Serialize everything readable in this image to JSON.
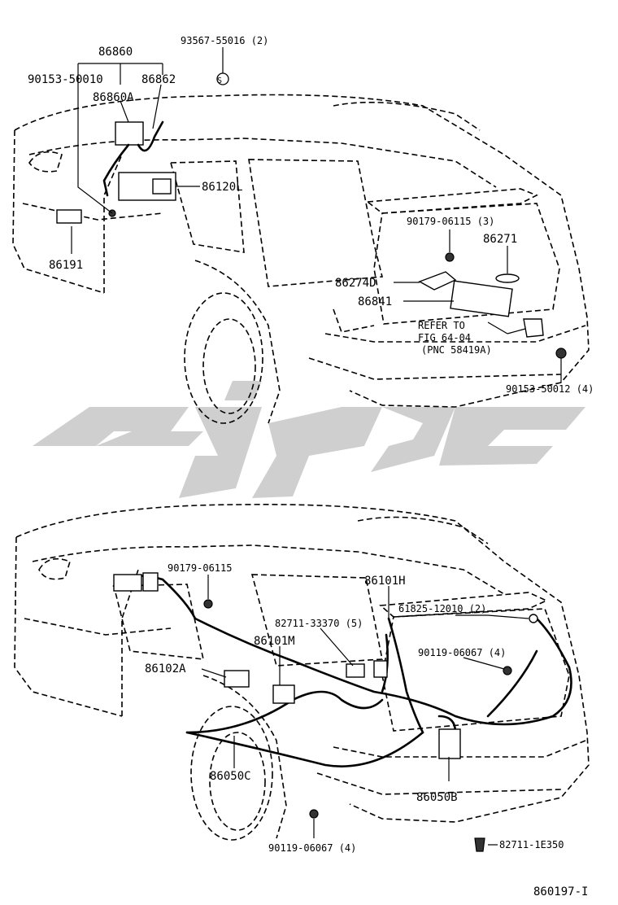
{
  "diagram_id": "860197-I",
  "watermark": {
    "shape": "stylized-logo",
    "color": "#c8c8c8"
  },
  "upper_labels": {
    "p86860": "86860",
    "p93567": "93567-55016 (2)",
    "p90153a": "90153-50010",
    "p86862": "86862",
    "p86860A": "86860A",
    "p86120L": "86120L",
    "p86191": "86191",
    "p90179a": "90179-06115 (3)",
    "p86271": "86271",
    "p86274D": "86274D",
    "p86841": "86841",
    "refer1": "REFER TO",
    "refer2": "FIG 64-04",
    "refer3": "(PNC 58419A)",
    "p90153b": "90153-50012 (4)",
    "s_symbol": "S"
  },
  "lower_labels": {
    "p90179b": "90179-06115",
    "p86101H": "86101H",
    "p61825": "61825-12010 (2)",
    "p82711a": "82711-33370 (5)",
    "p86101M": "86101M",
    "p90119a": "90119-06067 (4)",
    "p86102A": "86102A",
    "p86050C": "86050C",
    "p86050B": "86050B",
    "p90119b": "90119-06067 (4)",
    "p82711b": "82711-1E350"
  }
}
